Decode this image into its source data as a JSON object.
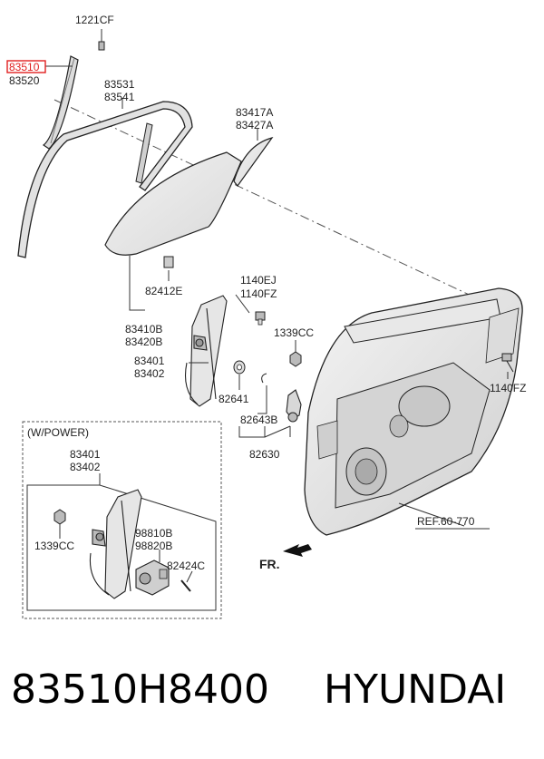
{
  "labels": {
    "l1221cf": "1221CF",
    "l83510": "83510",
    "l83520": "83520",
    "l83531": "83531",
    "l83541": "83541",
    "l83417a": "83417A",
    "l83427a": "83427A",
    "l82412e": "82412E",
    "l1140ej": "1140EJ",
    "l1140fz_top": "1140FZ",
    "l83410b": "83410B",
    "l83420b": "83420B",
    "l1339cc_top": "1339CC",
    "l83401_top": "83401",
    "l83402_top": "83402",
    "l82641": "82641",
    "l82643b": "82643B",
    "l82630": "82630",
    "l1140fz_right": "1140FZ",
    "wpower": "(W/POWER)",
    "l83401_box": "83401",
    "l83402_box": "83402",
    "l1339cc_box": "1339CC",
    "l98810b": "98810B",
    "l98820b": "98820B",
    "l82424c": "82424C",
    "ref": "REF.60-770",
    "fr": "FR."
  },
  "highlight_color": "#e02020",
  "footer": {
    "part_number": "83510H8400",
    "brand": "HYUNDAI"
  }
}
